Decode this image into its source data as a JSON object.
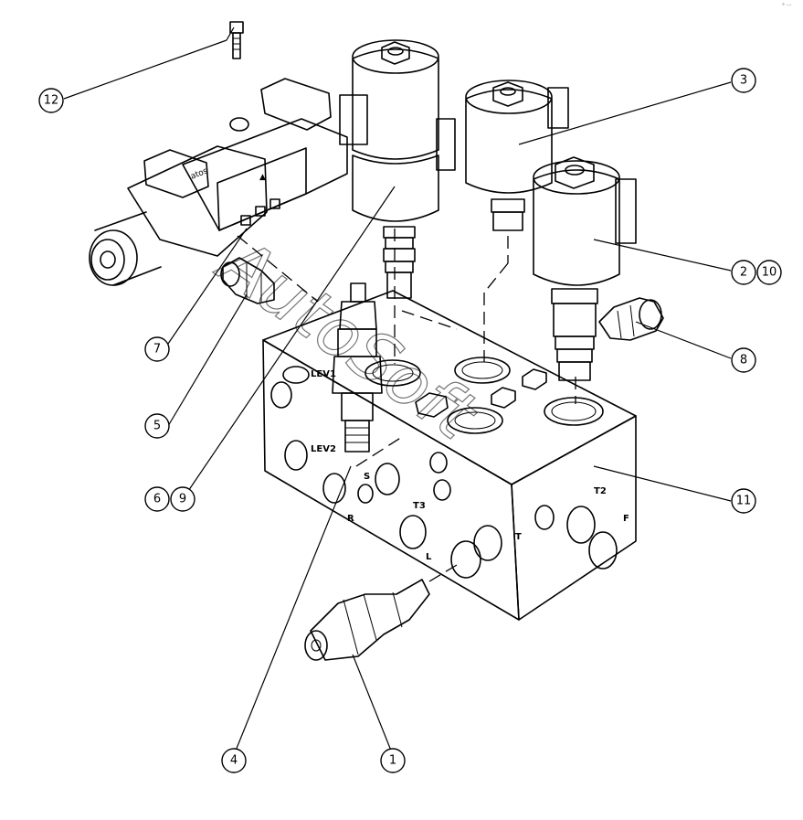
{
  "callouts": [
    {
      "id": "c1",
      "label": "1"
    },
    {
      "id": "c2",
      "label": "2"
    },
    {
      "id": "c3",
      "label": "3"
    },
    {
      "id": "c4",
      "label": "4"
    },
    {
      "id": "c5",
      "label": "5"
    },
    {
      "id": "c6",
      "label": "6"
    },
    {
      "id": "c7",
      "label": "7"
    },
    {
      "id": "c8",
      "label": "8"
    },
    {
      "id": "c9",
      "label": "9"
    },
    {
      "id": "c10",
      "label": "10"
    },
    {
      "id": "c11",
      "label": "11"
    },
    {
      "id": "c12",
      "label": "12"
    }
  ],
  "ports": {
    "lev1": "LEV1",
    "lev2": "LEV2",
    "t3": "T3",
    "t2": "T2",
    "r": "R",
    "l": "L",
    "f": "F",
    "s": "S",
    "t": "T"
  },
  "valve_markings": {
    "brand": "atos",
    "arrow": "▲"
  },
  "watermark": "AutoSoft",
  "corner_mark": "° ···"
}
